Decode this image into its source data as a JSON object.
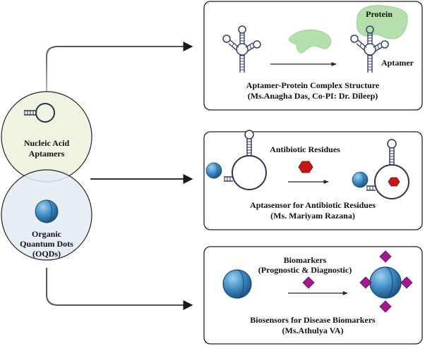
{
  "left": {
    "aptamer_circle": {
      "label_lines": [
        "Nucleic Acid",
        "Aptamers"
      ]
    },
    "qd_circle": {
      "label_lines": [
        "Organic",
        "Quantum Dots",
        "(OQDs)"
      ]
    }
  },
  "panels": [
    {
      "labels": {
        "protein": "Protein",
        "aptamer": "Aptamer"
      },
      "caption_lines": [
        "Aptamer-Protein Complex Structure",
        "(Ms.Anagha Das, Co-PI: Dr. Dileep)"
      ]
    },
    {
      "labels": {
        "top": "Antibiotic Residues"
      },
      "caption_lines": [
        "Aptasensor for Antibiotic Residues",
        "(Ms. Mariyam Razana)"
      ]
    },
    {
      "labels": {
        "top_lines": [
          "Biomarkers",
          "(Prognostic & Diagnostic)"
        ]
      },
      "caption_lines": [
        "Biosensors for Disease Biomarkers",
        "(Ms.Athulya VA)"
      ]
    }
  ],
  "colors": {
    "aptamer_circle_fill": "#eef3e2",
    "qd_circle_fill": "#e3ebf5",
    "qd_blue": "#3a88c0",
    "protein_green": "#b6dfae",
    "antibiotic_red": "#c41717",
    "biomarker_purple": "#a3188f",
    "aptamer_stroke": "#3a3f6b"
  },
  "icons": [
    "aptamer-hairpin-icon",
    "quantum-dot-icon",
    "protein-blob-icon",
    "antibiotic-hexagon-icon",
    "biomarker-diamond-icon",
    "arrow-icon"
  ]
}
